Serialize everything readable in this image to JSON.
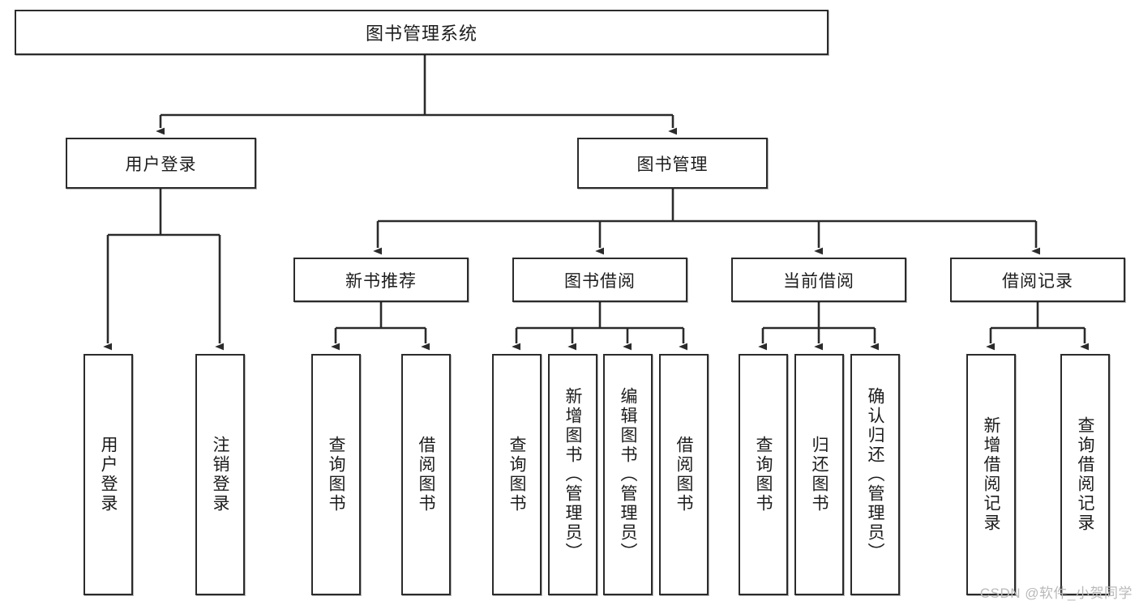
{
  "diagram": {
    "title": "图书管理系统",
    "type": "tree-hierarchy-chart",
    "watermark": "CSDN @软件_小贺同学",
    "colors": {
      "border": "#2b2b2b",
      "background": "#ffffff",
      "text": "#1c1c1c",
      "watermark": "#b9b9b9"
    },
    "nodes": {
      "root": {
        "label": "图书管理系统"
      },
      "level2": [
        {
          "label": "用户登录"
        },
        {
          "label": "图书管理"
        }
      ],
      "level3": [
        {
          "label": "新书推荐"
        },
        {
          "label": "图书借阅"
        },
        {
          "label": "当前借阅"
        },
        {
          "label": "借阅记录"
        }
      ],
      "leaves": {
        "user_login": [
          {
            "label": "用户登录"
          },
          {
            "label": "注销登录"
          }
        ],
        "new_book_recommend": [
          {
            "label": "查询图书"
          },
          {
            "label": "借阅图书"
          }
        ],
        "book_borrow": [
          {
            "label": "查询图书"
          },
          {
            "label": "新增图书（管理员）"
          },
          {
            "label": "编辑图书（管理员）"
          },
          {
            "label": "借阅图书"
          }
        ],
        "current_borrow": [
          {
            "label": "查询图书"
          },
          {
            "label": "归还图书"
          },
          {
            "label": "确认归还（管理员）"
          }
        ],
        "borrow_record": [
          {
            "label": "新增借阅记录"
          },
          {
            "label": "查询借阅记录"
          }
        ]
      }
    }
  }
}
